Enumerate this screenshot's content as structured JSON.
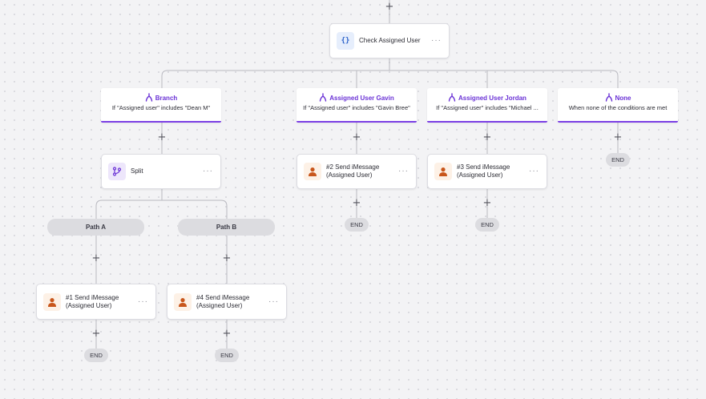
{
  "plus_symbol": "+",
  "more_symbol": "···",
  "root": {
    "label": "Check Assigned User",
    "icon": "code-braces-icon",
    "icon_glyph": "{}"
  },
  "branches": [
    {
      "title": "Branch",
      "condition": "If \"Assigned user\" includes \"Dean M\"",
      "icon": "branch-fork-icon"
    },
    {
      "title": "Assigned User Gavin",
      "condition": "If \"Assigned user\" includes \"Gavin Bree\"",
      "icon": "branch-fork-icon"
    },
    {
      "title": "Assigned User Jordan",
      "condition": "If \"Assigned user\" includes \"Michael ...",
      "icon": "branch-fork-icon"
    },
    {
      "title": "None",
      "condition": "When none of the conditions are met",
      "icon": "branch-fork-icon"
    }
  ],
  "split": {
    "label": "Split",
    "icon": "git-split-icon"
  },
  "paths": [
    {
      "label": "Path A"
    },
    {
      "label": "Path B"
    }
  ],
  "actions": [
    {
      "line1": "#1 Send iMessage",
      "line2": "(Assigned User)",
      "icon": "user-icon"
    },
    {
      "line1": "#4 Send iMessage",
      "line2": "(Assigned User)",
      "icon": "user-icon"
    },
    {
      "line1": "#2 Send iMessage",
      "line2": "(Assigned User)",
      "icon": "user-icon"
    },
    {
      "line1": "#3 Send iMessage",
      "line2": "(Assigned User)",
      "icon": "user-icon"
    }
  ],
  "end_label": "END",
  "colors": {
    "accent": "#7b3fe4",
    "connector": "#b9b9c0",
    "user_icon": "#c8561b",
    "end_pill": "#dcdce0"
  }
}
